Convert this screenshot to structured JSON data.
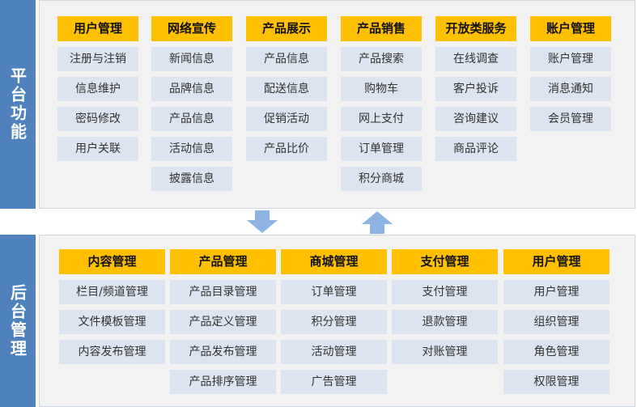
{
  "top": {
    "label": "平台功能",
    "columns": [
      {
        "header": "用户管理",
        "items": [
          "注册与注销",
          "信息维护",
          "密码修改",
          "用户关联"
        ]
      },
      {
        "header": "网络宣传",
        "items": [
          "新闻信息",
          "品牌信息",
          "产品信息",
          "活动信息",
          "披露信息"
        ]
      },
      {
        "header": "产品展示",
        "items": [
          "产品信息",
          "配送信息",
          "促销活动",
          "产品比价"
        ]
      },
      {
        "header": "产品销售",
        "items": [
          "产品搜索",
          "购物车",
          "网上支付",
          "订单管理",
          "积分商城"
        ]
      },
      {
        "header": "开放类服务",
        "items": [
          "在线调查",
          "客户投诉",
          "咨询建议",
          "商品评论"
        ]
      },
      {
        "header": "账户管理",
        "items": [
          "账户管理",
          "消息通知",
          "会员管理"
        ]
      }
    ]
  },
  "bottom": {
    "label": "后台管理",
    "columns": [
      {
        "header": "内容管理",
        "items": [
          "栏目/频道管理",
          "文件模板管理",
          "内容发布管理"
        ]
      },
      {
        "header": "产品管理",
        "items": [
          "产品目录管理",
          "产品定义管理",
          "产品发布管理",
          "产品排序管理"
        ]
      },
      {
        "header": "商城管理",
        "items": [
          "订单管理",
          "积分管理",
          "活动管理",
          "广告管理"
        ]
      },
      {
        "header": "支付管理",
        "items": [
          "支付管理",
          "退款管理",
          "对账管理"
        ]
      },
      {
        "header": "用户管理",
        "items": [
          "用户管理",
          "组织管理",
          "角色管理",
          "权限管理"
        ]
      }
    ]
  },
  "colors": {
    "side": "#4f81bd",
    "header": "#ffc000",
    "item": "#dbe4f0",
    "panel": "#f2f2f2",
    "arrow": "#8db3e2"
  },
  "arrows": {
    "down": "arrow-down-icon",
    "up": "arrow-up-icon"
  }
}
